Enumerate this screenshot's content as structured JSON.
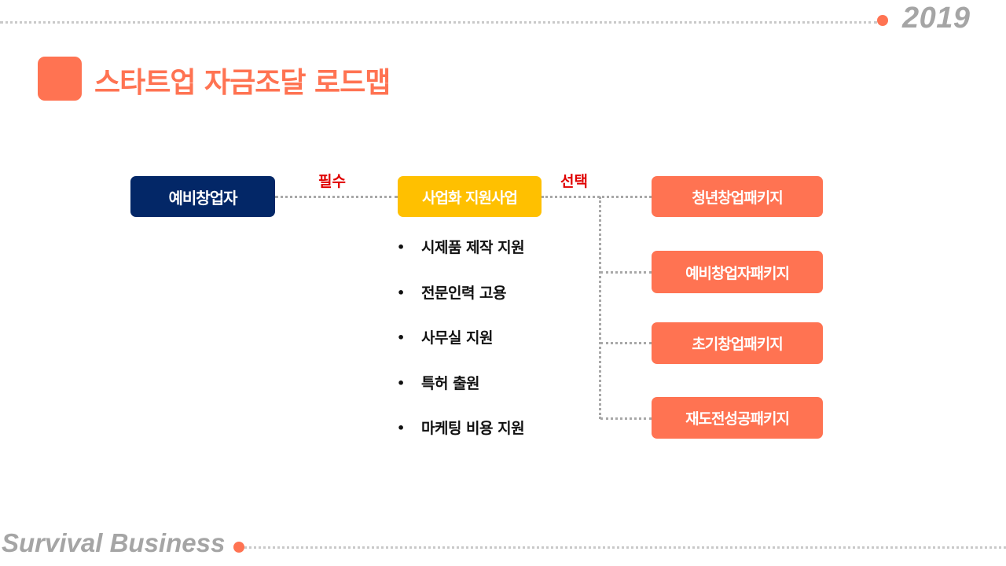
{
  "header": {
    "year": "2019",
    "title": "스타트업 자금조달 로드맵"
  },
  "footer": {
    "text": "Survival Business"
  },
  "diagram": {
    "start": {
      "label": "예비창업자"
    },
    "center": {
      "label": "사업화 지원사업"
    },
    "edge_required": "필수",
    "edge_optional": "선택",
    "support_items": [
      "시제품 제작 지원",
      "전문인력 고용",
      "사무실 지원",
      "특허 출원",
      "마케팅 비용 지원"
    ],
    "packages": [
      "청년창업패키지",
      "예비창업자패키지",
      "초기창업패키지",
      "재도전성공패키지"
    ]
  },
  "colors": {
    "accent": "#ff7352",
    "navy": "#032767",
    "yellow": "#ffc000",
    "edge_label": "#e00000",
    "muted": "#a5a5a5"
  }
}
